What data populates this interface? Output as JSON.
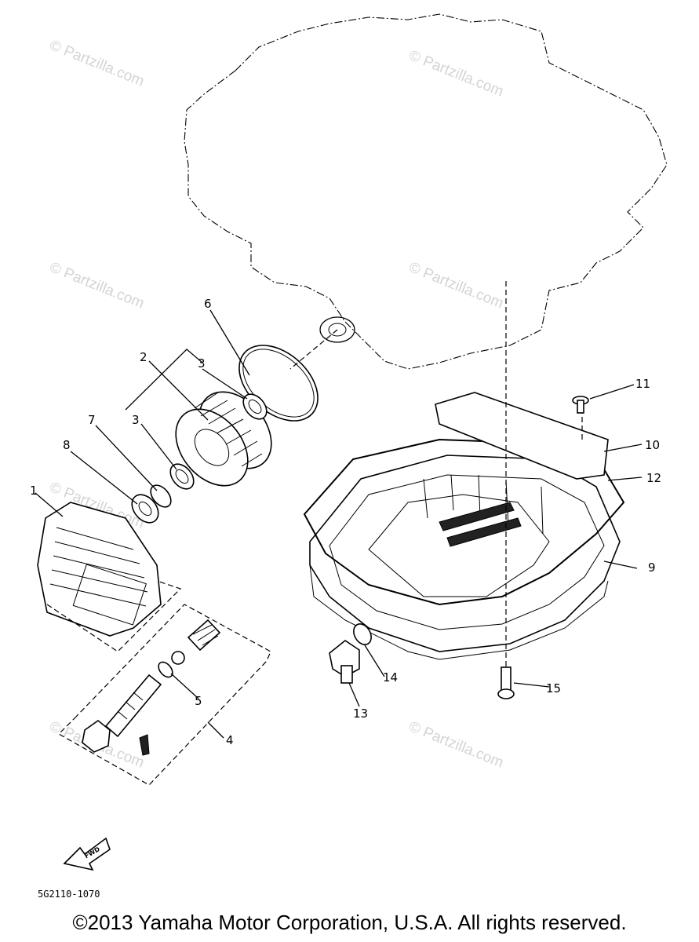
{
  "watermark": "© Partzilla.com",
  "diagram_code": "5G2110-1070",
  "fwd_label": "FWD",
  "copyright": "©2013  Yamaha Motor Corporation, U.S.A. All rights reserved.",
  "callouts": [
    "1",
    "2",
    "3",
    "3",
    "4",
    "5",
    "6",
    "7",
    "8",
    "9",
    "10",
    "11",
    "12",
    "13",
    "14",
    "15"
  ]
}
